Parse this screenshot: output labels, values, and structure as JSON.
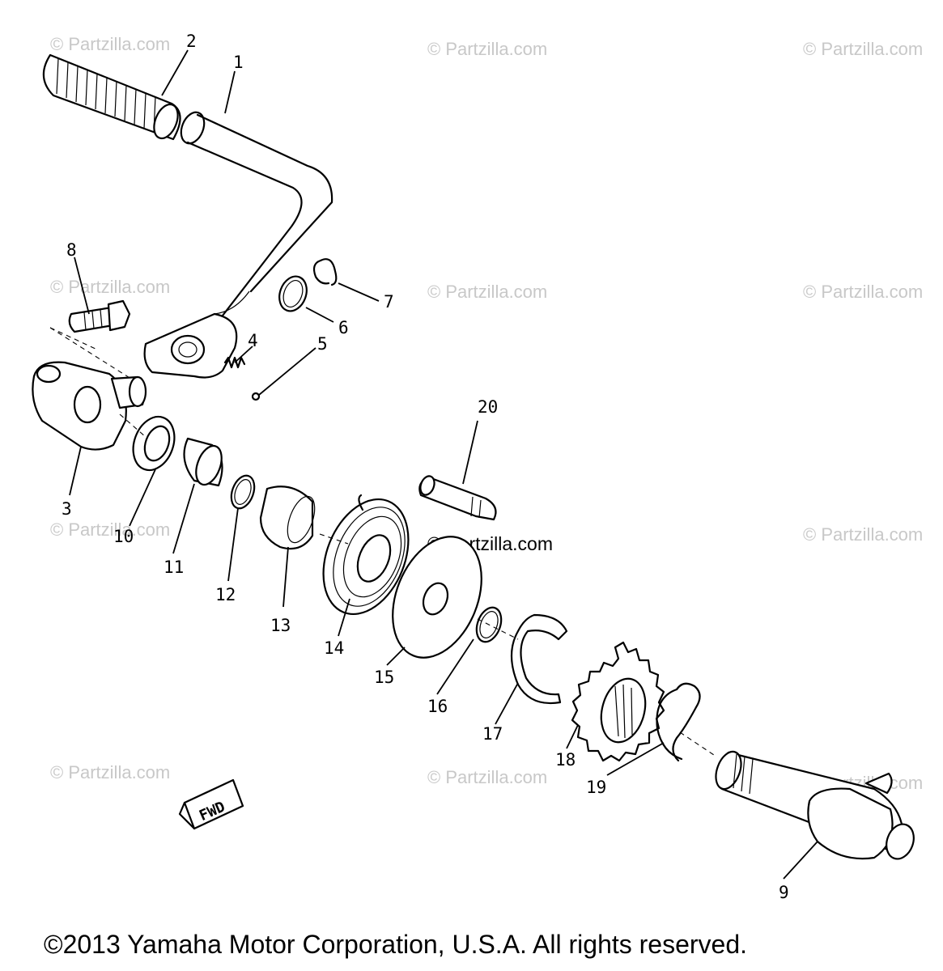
{
  "watermark": "© Partzilla.com",
  "copyright": "©2013 Yamaha Motor Corporation, U.S.A. All rights reserved.",
  "fwd_label": "FWD",
  "callouts": [
    "1",
    "2",
    "3",
    "4",
    "5",
    "6",
    "7",
    "8",
    "9",
    "10",
    "11",
    "12",
    "13",
    "14",
    "15",
    "16",
    "17",
    "18",
    "19",
    "20"
  ]
}
